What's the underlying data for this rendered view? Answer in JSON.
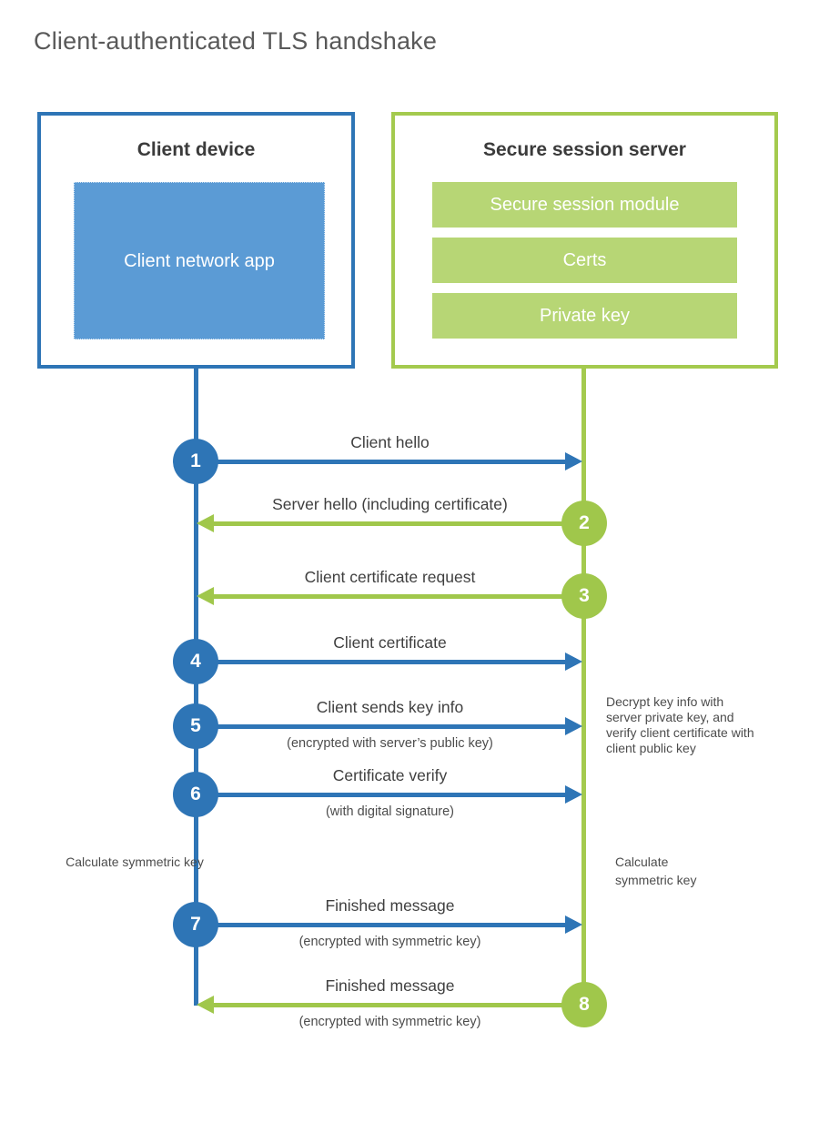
{
  "title": "Client-authenticated TLS handshake",
  "colors": {
    "blue_accent": "#2e75b6",
    "blue_fill": "#5b9bd5",
    "green_accent": "#a4ca4e",
    "green_fill": "#b7d675",
    "heading_text": "#3b3b3b",
    "label_text": "#3f3f3f",
    "title_text": "#595959"
  },
  "client": {
    "heading": "Client device",
    "app_label": "Client network app"
  },
  "server": {
    "heading": "Secure session server",
    "modules": [
      "Secure session module",
      "Certs",
      "Private key"
    ]
  },
  "steps": [
    {
      "number": "1",
      "from": "client",
      "direction": "right",
      "label": "Client hello",
      "sublabel": ""
    },
    {
      "number": "2",
      "from": "server",
      "direction": "left",
      "label": "Server hello (including certificate)",
      "sublabel": ""
    },
    {
      "number": "3",
      "from": "server",
      "direction": "left",
      "label": "Client certificate request",
      "sublabel": ""
    },
    {
      "number": "4",
      "from": "client",
      "direction": "right",
      "label": "Client certificate",
      "sublabel": ""
    },
    {
      "number": "5",
      "from": "client",
      "direction": "right",
      "label": "Client sends key info",
      "sublabel": "(encrypted with server’s public key)"
    },
    {
      "number": "6",
      "from": "client",
      "direction": "right",
      "label": "Certificate verify",
      "sublabel": "(with digital signature)"
    },
    {
      "number": "7",
      "from": "client",
      "direction": "right",
      "label": "Finished message",
      "sublabel": "(encrypted with symmetric key)"
    },
    {
      "number": "8",
      "from": "server",
      "direction": "left",
      "label": "Finished message",
      "sublabel": "(encrypted with symmetric key)"
    }
  ],
  "notes": {
    "decrypt": "Decrypt key info with server private key, and verify client certificate with client public key",
    "calc_left": "Calculate symmetric key",
    "calc_right": "Calculate symmetric key"
  }
}
